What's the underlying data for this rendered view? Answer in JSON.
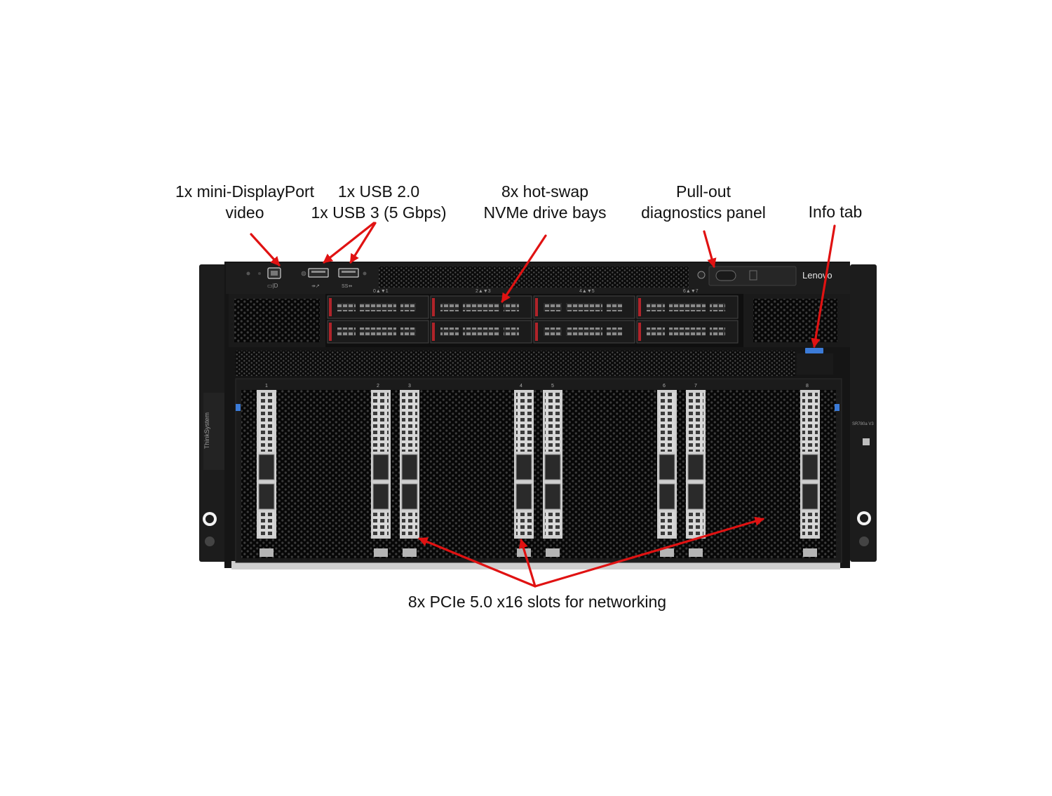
{
  "callouts": {
    "mini_dp": {
      "line1": "1x mini-DisplayPort",
      "line2": "video"
    },
    "usb": {
      "line1": "1x USB 2.0",
      "line2": "1x USB 3 (5 Gbps)"
    },
    "drive_bays": {
      "line1": "8x hot-swap",
      "line2": "NVMe drive bays"
    },
    "diagnostics": {
      "line1": "Pull-out",
      "line2": "diagnostics panel"
    },
    "info_tab": {
      "line1": "Info tab"
    },
    "pcie": {
      "line1": "8x PCIe 5.0 x16 slots for networking"
    }
  },
  "server": {
    "brand_logo": "Lenovo",
    "side_brand": "ThinkSystem",
    "model_label": "SR780a V3",
    "drive_pair_labels": [
      "0▲▼1",
      "2▲▼3",
      "4▲▼5",
      "6▲▼7"
    ],
    "pcie_slot_numbers": [
      "1",
      "2",
      "3",
      "4",
      "5",
      "6",
      "7",
      "8"
    ]
  },
  "colors": {
    "arrow": "#e01212",
    "chassis": "#151515",
    "drive_latch": "#b0242a",
    "info_tab_led": "#3b7bd8"
  },
  "icons": [
    "mini-displayport-icon",
    "usb-icon",
    "usb3-icon",
    "power-icon"
  ]
}
